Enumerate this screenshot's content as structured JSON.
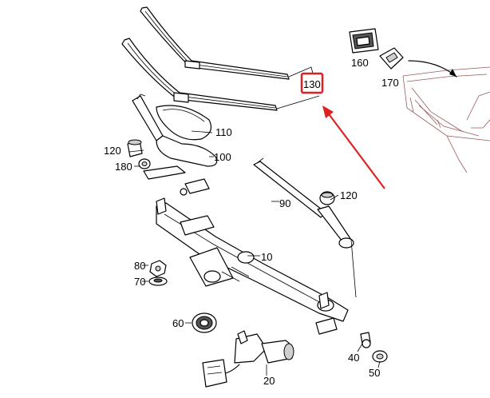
{
  "parts": [
    {
      "id": "p10",
      "label": "10"
    },
    {
      "id": "p20",
      "label": "20"
    },
    {
      "id": "p40",
      "label": "40"
    },
    {
      "id": "p50",
      "label": "50"
    },
    {
      "id": "p60",
      "label": "60"
    },
    {
      "id": "p70",
      "label": "70"
    },
    {
      "id": "p80",
      "label": "80"
    },
    {
      "id": "p90",
      "label": "90"
    },
    {
      "id": "p100",
      "label": "100"
    },
    {
      "id": "p110",
      "label": "110"
    },
    {
      "id": "p120a",
      "label": "120"
    },
    {
      "id": "p120b",
      "label": "120"
    },
    {
      "id": "p130",
      "label": "130"
    },
    {
      "id": "p160",
      "label": "160"
    },
    {
      "id": "p170",
      "label": "170"
    },
    {
      "id": "p180",
      "label": "180"
    }
  ],
  "highlight": {
    "part": "130",
    "color": "#e02020"
  }
}
